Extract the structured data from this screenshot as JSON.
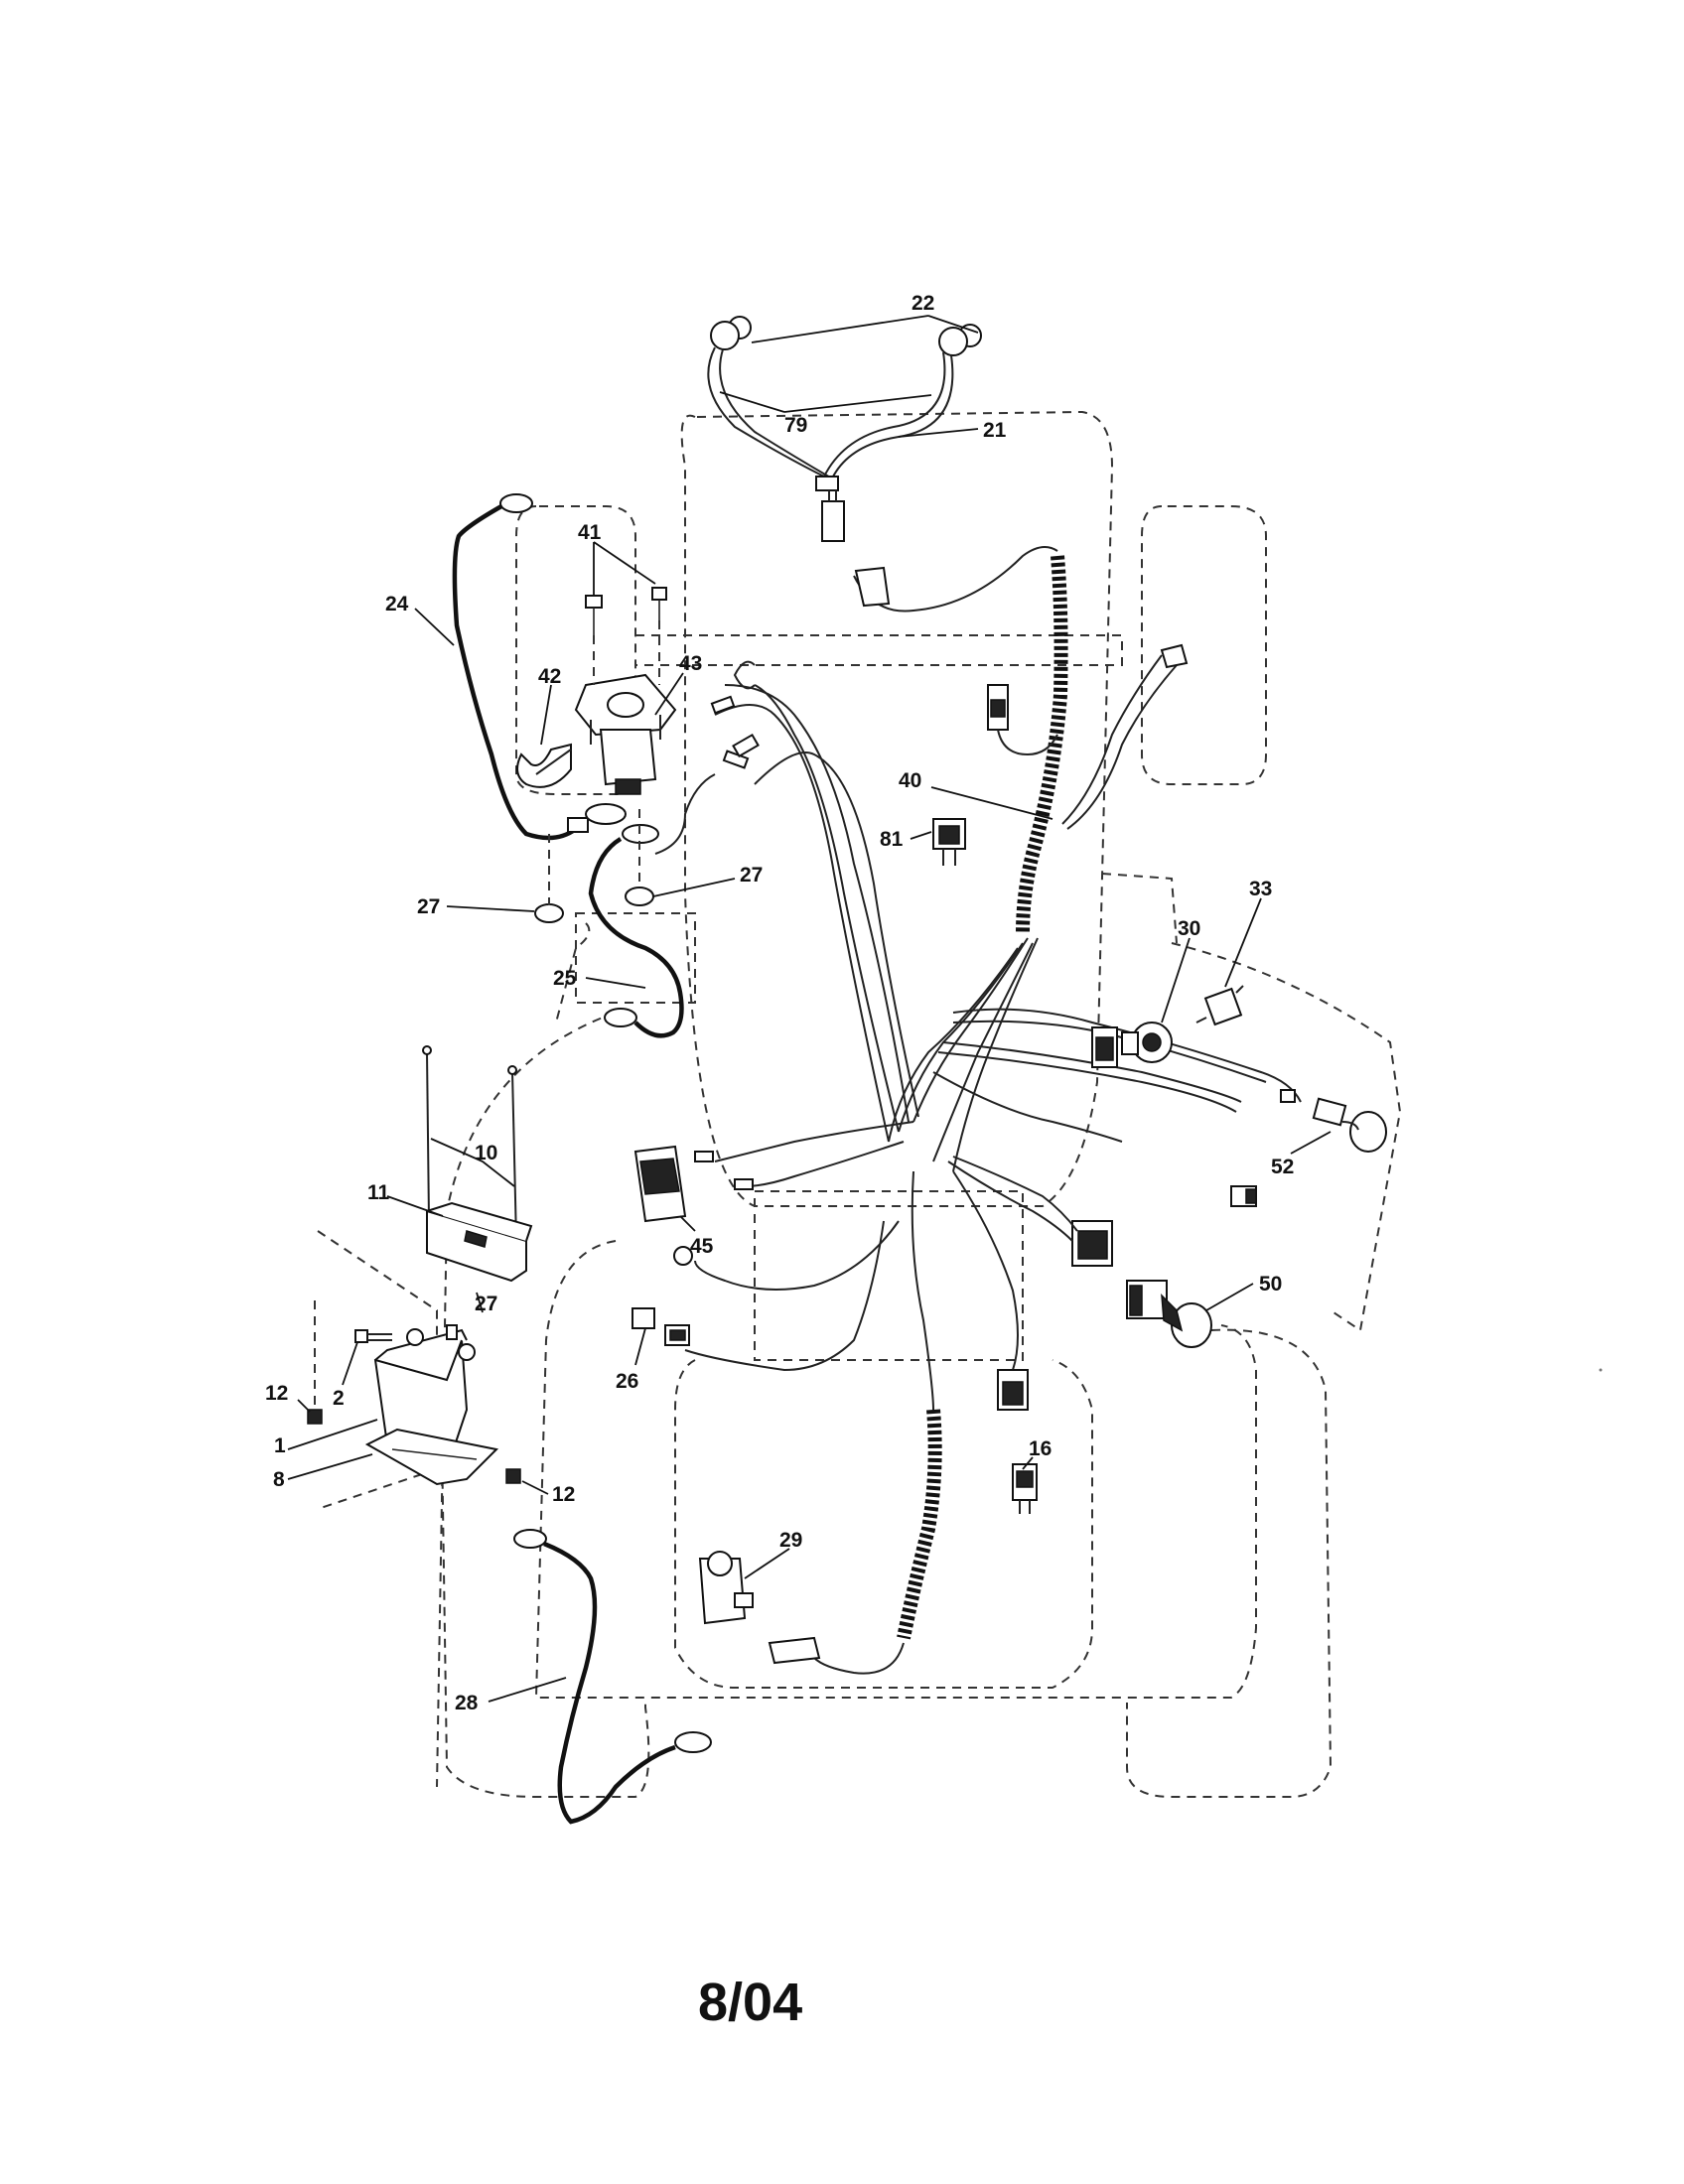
{
  "callouts": {
    "c22": "22",
    "c79": "79",
    "c21": "21",
    "c41": "41",
    "c24": "24",
    "c42": "42",
    "c43": "43",
    "c40": "40",
    "c81": "81",
    "c27a": "27",
    "c27b": "27",
    "c27c": "27",
    "c25": "25",
    "c33": "33",
    "c30": "30",
    "c10": "10",
    "c11": "11",
    "c45": "45",
    "c52": "52",
    "c50": "50",
    "c26": "26",
    "c2": "2",
    "c12a": "12",
    "c12b": "12",
    "c1": "1",
    "c8": "8",
    "c16": "16",
    "c29": "29",
    "c28": "28"
  },
  "footer": {
    "date_code": "8/04"
  }
}
